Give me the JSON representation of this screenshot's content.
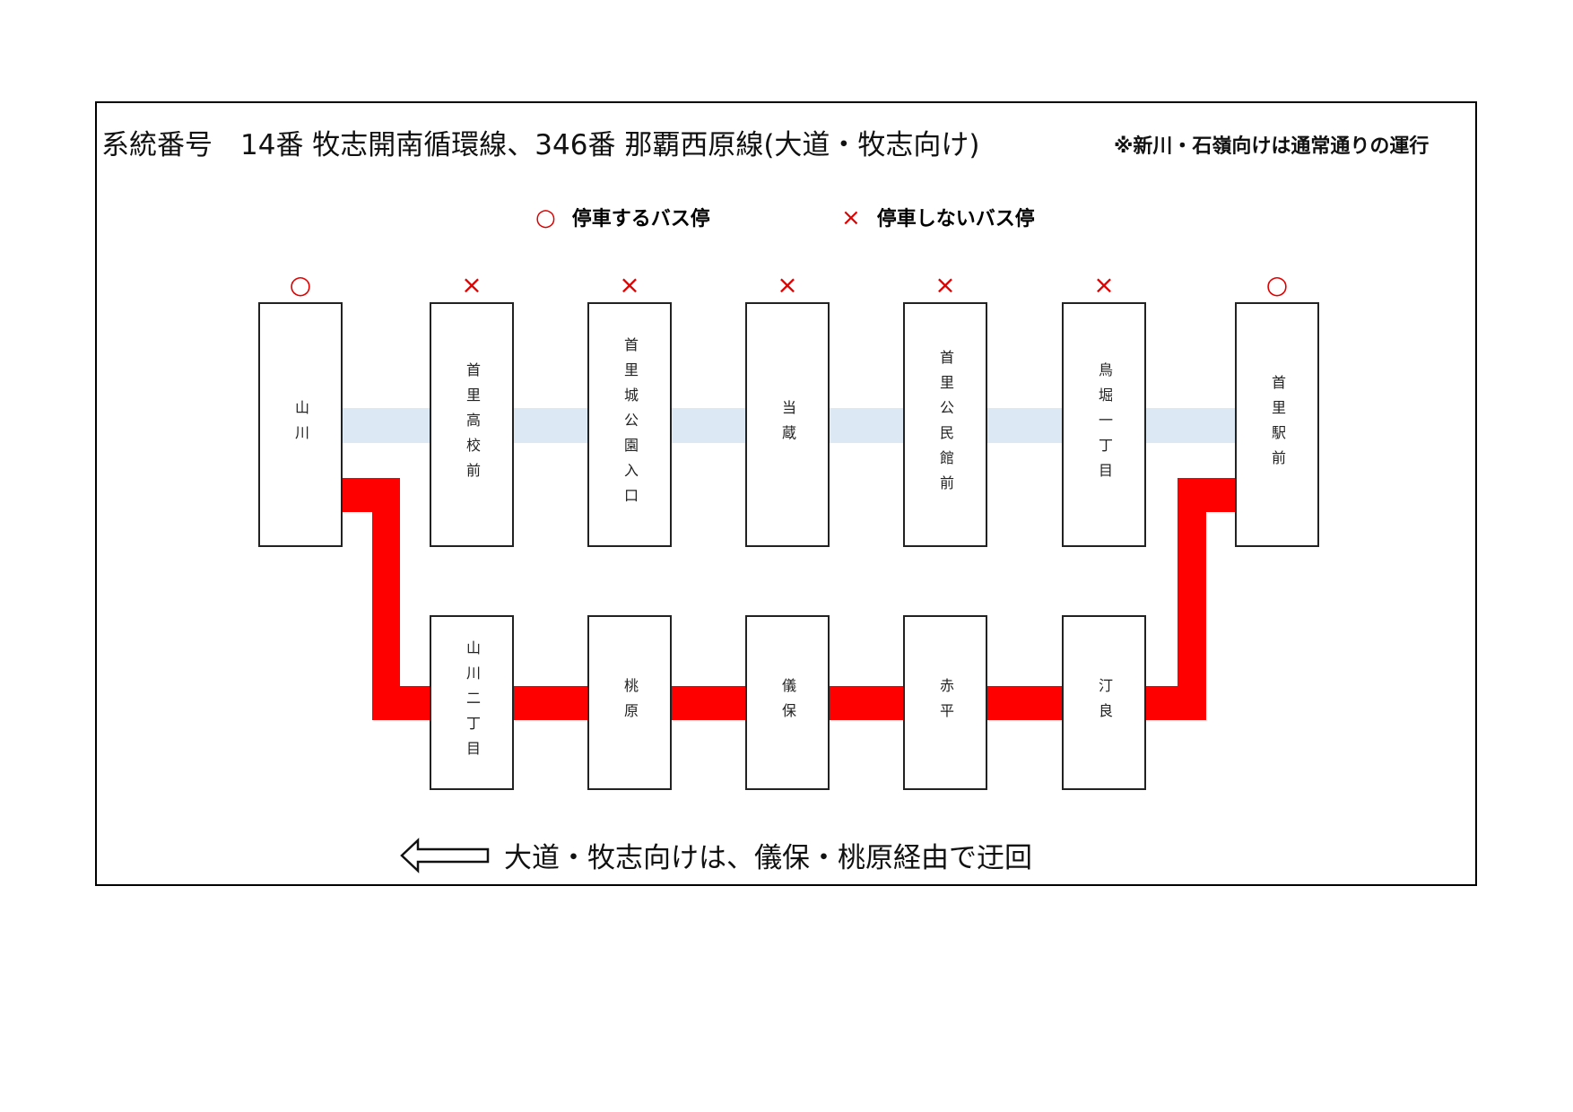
{
  "title": "系統番号　14番 牧志開南循環線、346番 那覇西原線(大道・牧志向け)",
  "note": "※新川・石嶺向けは通常通りの運行",
  "legend": {
    "stop": {
      "icon": "circle-icon",
      "symbol": "○",
      "label": "停車するバス停"
    },
    "skip": {
      "icon": "cross-icon",
      "symbol": "×",
      "label": "停車しないバス停"
    }
  },
  "colors": {
    "detour": "#ff0000",
    "normal_route": "#dce9f5",
    "marker": "#e00000"
  },
  "top_stops": [
    {
      "name": "山川",
      "symbol": "○"
    },
    {
      "name": "首里高校前",
      "symbol": "×"
    },
    {
      "name": "首里城公園入口",
      "symbol": "×"
    },
    {
      "name": "当蔵",
      "symbol": "×"
    },
    {
      "name": "首里公民館前",
      "symbol": "×"
    },
    {
      "name": "鳥堀一丁目",
      "symbol": "×"
    },
    {
      "name": "首里駅前",
      "symbol": "○"
    }
  ],
  "detour_stops": [
    {
      "name": "山川二丁目"
    },
    {
      "name": "桃原"
    },
    {
      "name": "儀保"
    },
    {
      "name": "赤平"
    },
    {
      "name": "汀良"
    }
  ],
  "footer": {
    "arrow_icon": "left-arrow-icon",
    "text": "大道・牧志向けは、儀保・桃原経由で迂回"
  }
}
